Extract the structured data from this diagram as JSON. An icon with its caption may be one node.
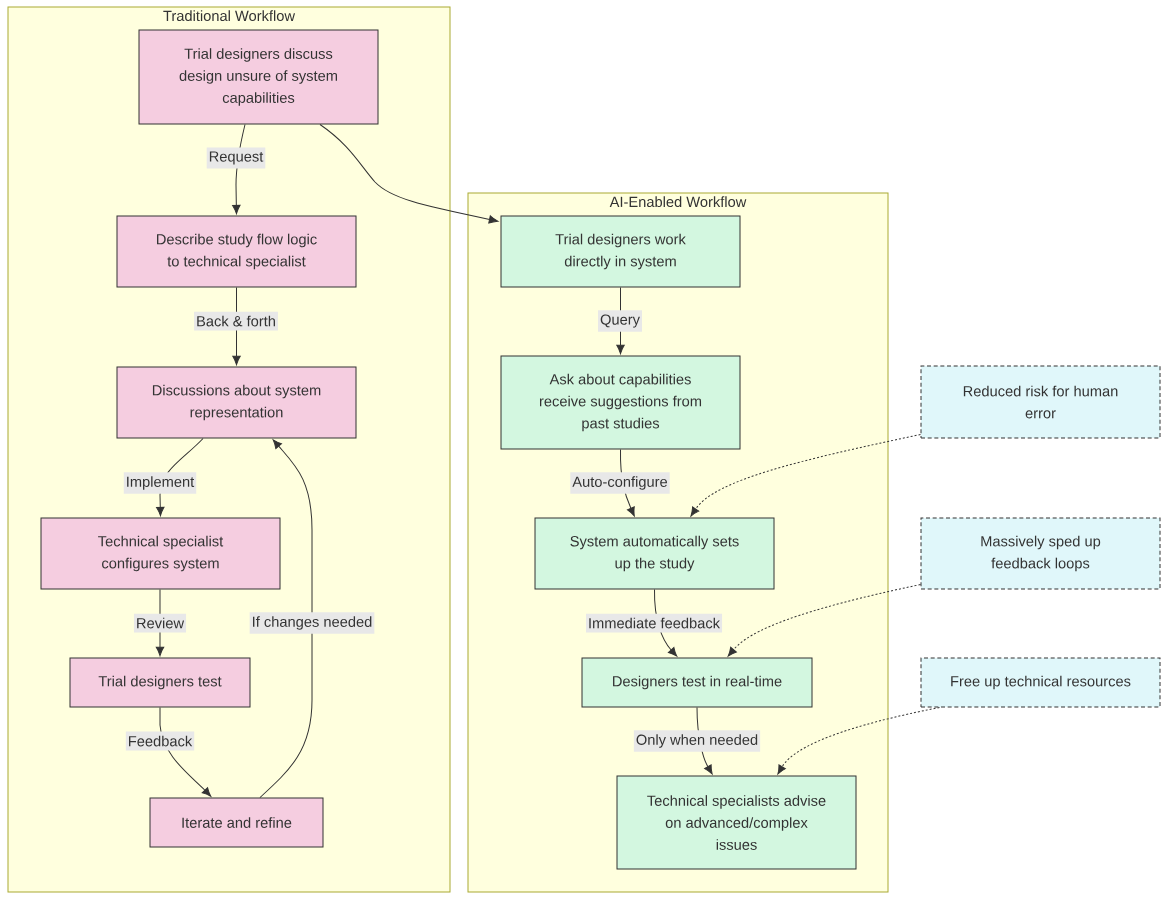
{
  "diagram": {
    "nodes": [
      {
        "text": [
          "Traditional Workflow"
        ]
      },
      {
        "text": [
          "Trial designers discuss design unsure of system capabilities"
        ],
        "in": 0
      },
      {
        "text": [
          "Describe study flow logic to technical specialist"
        ],
        "in": 0
      },
      {
        "text": [
          "Discussions about system representation"
        ],
        "in": 0
      },
      {
        "text": [
          "Technical specialist configures system"
        ],
        "in": 0
      },
      {
        "text": [
          "Trial designers test"
        ],
        "in": 0
      },
      {
        "text": [
          "Iterate and refine"
        ],
        "in": 0
      },
      {
        "text": [
          "AI-Enabled Workflow"
        ]
      },
      {
        "text": [
          "Trial designers work directly in system"
        ],
        "in": 7
      },
      {
        "text": [
          "Ask about capabilities receive suggestions from past studies"
        ],
        "in": 7
      },
      {
        "text": [
          "System automatically sets up the study"
        ],
        "in": 7
      },
      {
        "text": [
          "Designers test in real-time"
        ],
        "in": 7
      },
      {
        "text": [
          "Technical specialists advise on advanced/complex issues"
        ],
        "in": 7
      },
      {
        "text": [
          "Reduced risk for human error"
        ]
      },
      {
        "text": [
          "Massively sped up feedback loops"
        ]
      },
      {
        "text": [
          "Free up technical resources"
        ]
      }
    ],
    "edges": [
      {
        "from": 1,
        "to": 2,
        "arrow": "to",
        "label": "Request"
      },
      {
        "from": 2,
        "to": 3,
        "arrow": "to",
        "label": "Back & forth"
      },
      {
        "from": 3,
        "to": 4,
        "arrow": "to",
        "label": "Implement"
      },
      {
        "from": 4,
        "to": 5,
        "arrow": "to",
        "label": "Review"
      },
      {
        "from": 5,
        "to": 6,
        "arrow": "to",
        "label": "Feedback"
      },
      {
        "from": 6,
        "to": 3,
        "arrow": "to",
        "label": "If changes needed"
      },
      {
        "from": 1,
        "to": 8,
        "arrow": "to"
      },
      {
        "from": 8,
        "to": 9,
        "arrow": "to",
        "label": "Query"
      },
      {
        "from": 9,
        "to": 10,
        "arrow": "to",
        "label": "Auto-configure"
      },
      {
        "from": 10,
        "to": 11,
        "arrow": "to",
        "label": "Immediate feedback"
      },
      {
        "from": 11,
        "to": 12,
        "arrow": "to",
        "label": "Only when needed"
      },
      {
        "from": 13,
        "to": 10,
        "arrow": "to",
        "style": "dashed"
      },
      {
        "from": 14,
        "to": 11,
        "arrow": "to",
        "style": "dashed"
      },
      {
        "from": 15,
        "to": 12,
        "arrow": "to",
        "style": "dashed"
      }
    ]
  }
}
